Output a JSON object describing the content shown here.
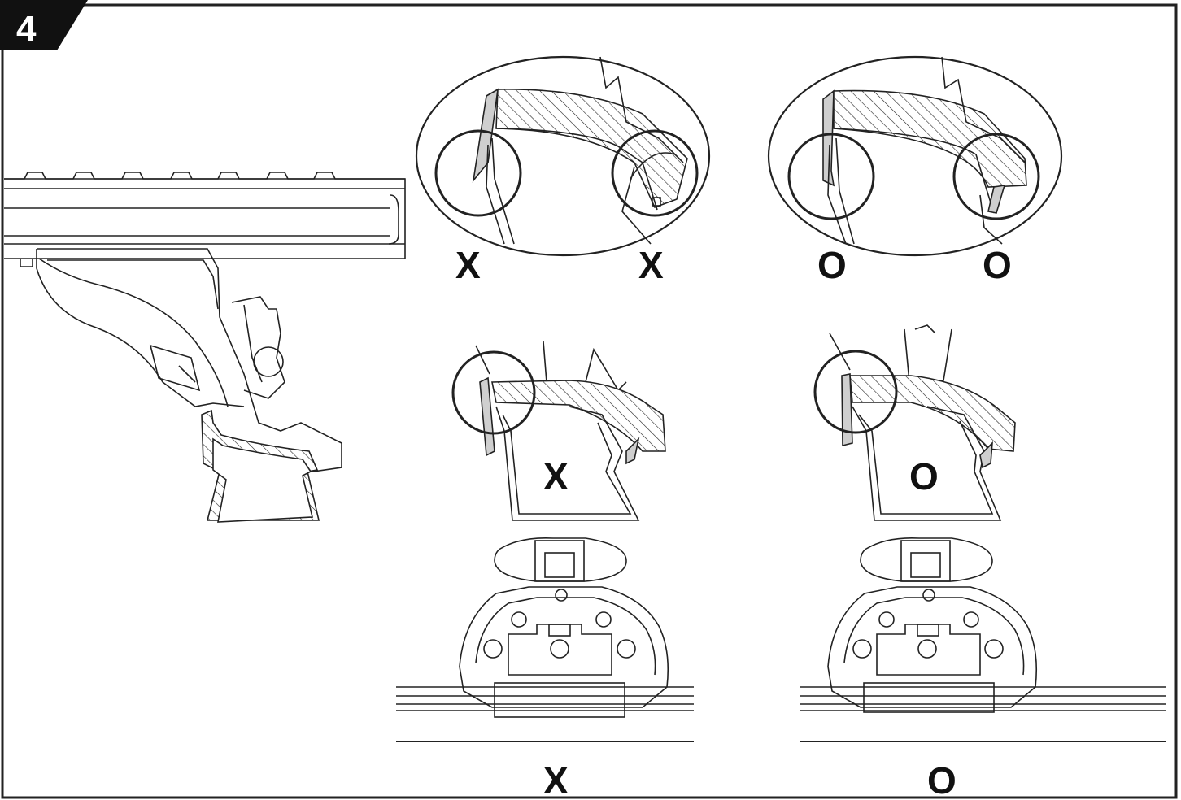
{
  "step": {
    "number": "4"
  },
  "panels": {
    "top_left_detail": {
      "left_mark": "X",
      "right_mark": "X"
    },
    "top_right_detail": {
      "left_mark": "O",
      "right_mark": "O"
    },
    "mid_left_detail": {
      "mark": "X"
    },
    "mid_right_detail": {
      "mark": "O"
    },
    "bottom_left_foot": {
      "mark": "X"
    },
    "bottom_right_foot": {
      "mark": "O"
    }
  }
}
